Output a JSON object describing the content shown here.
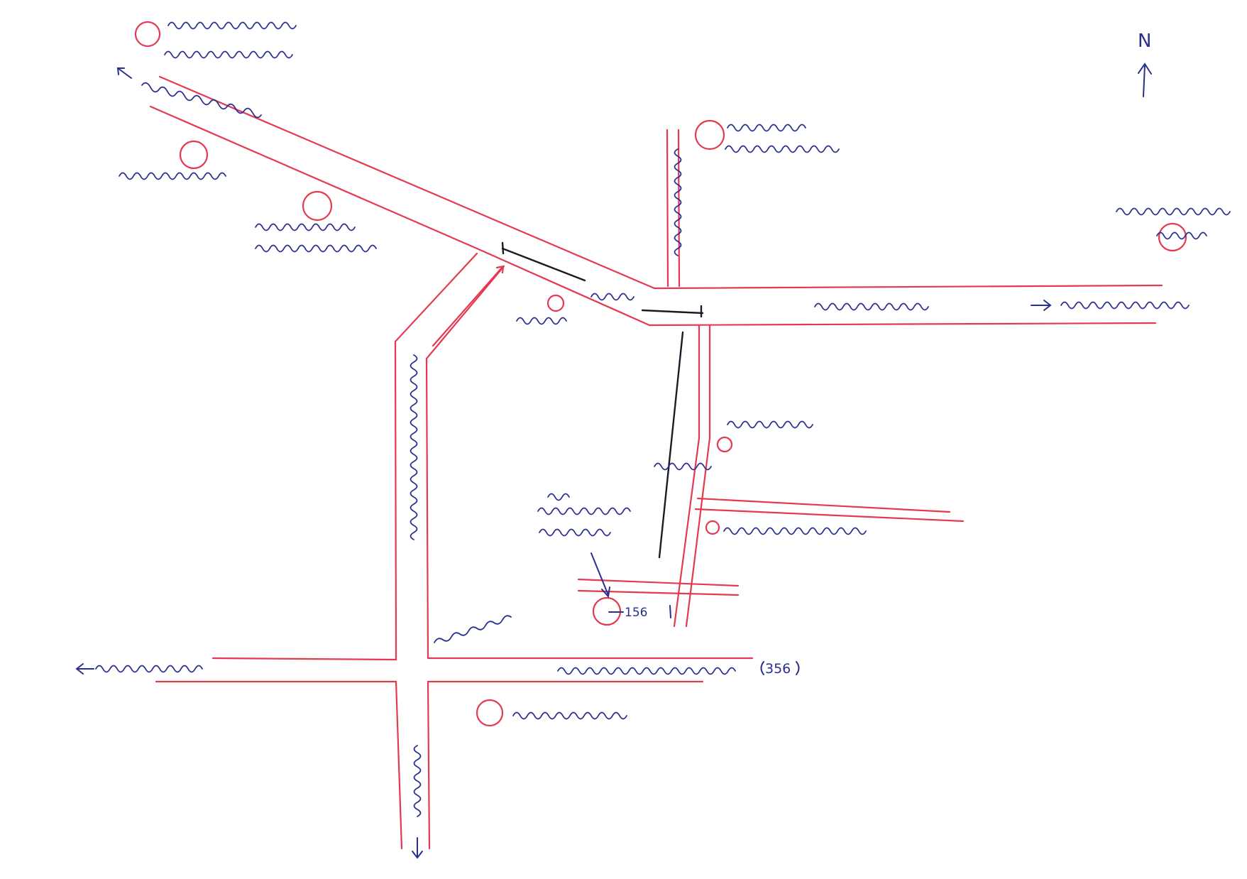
{
  "north_label": "N",
  "distance_labels": [
    "156"
  ],
  "route_number_labels": [
    "356"
  ],
  "colors": {
    "road": "#e53950",
    "ink": "#2a2f8f",
    "marker_line": "#1b1b28"
  },
  "icons": [
    "north-arrow",
    "location-circle",
    "direction-arrow",
    "pointer-arrow"
  ]
}
